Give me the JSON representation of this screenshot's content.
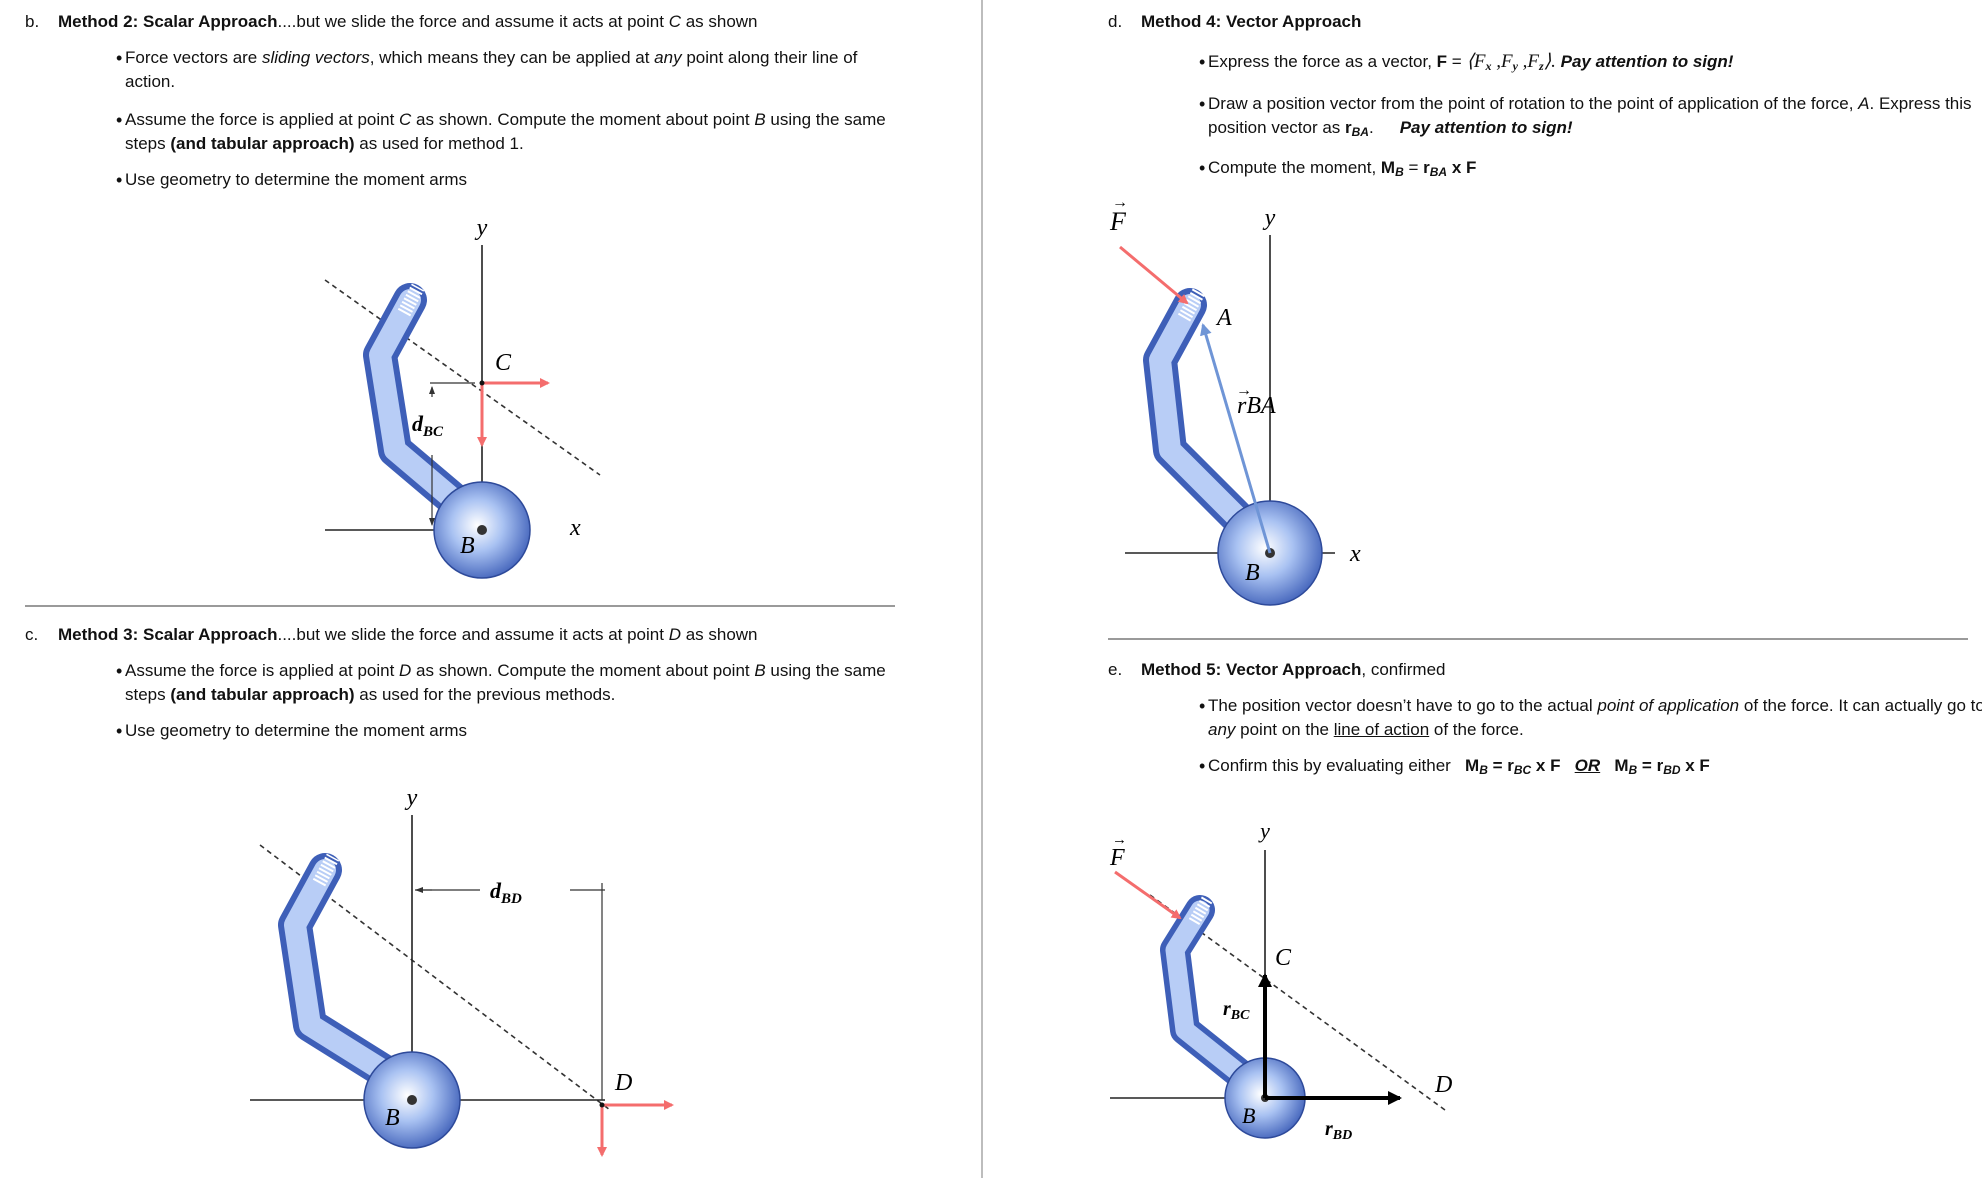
{
  "colors": {
    "force_arrow": "#f46d6d",
    "position_vector": "#6f95d6",
    "wrench_fill": "#8fb0ee",
    "wrench_dark": "#5575c4",
    "divider": "#9a9a9a"
  },
  "sections": {
    "b": {
      "letter": "b.",
      "title": "Method 2: Scalar Approach",
      "title_rest": "....but we slide the force and assume it acts at point ",
      "point": "C",
      "title_end": " as shown",
      "bullets": {
        "b1_a": "Force vectors are ",
        "b1_b": "sliding vectors",
        "b1_c": ", which means they can be applied at ",
        "b1_d": "any",
        "b1_e": " point along their line of action.",
        "b2_a": "Assume the force is applied at point ",
        "b2_b": "C",
        "b2_c": " as shown.  Compute the moment about point ",
        "b2_d": "B",
        "b2_e": " using the same steps ",
        "b2_f": "(and tabular approach)",
        "b2_g": " as used for method 1.",
        "b3": "Use geometry to determine the moment arms"
      },
      "diagram": {
        "y_axis": "y",
        "x_axis": "x",
        "point_c": "C",
        "point_b": "B",
        "dist_main": "d",
        "dist_sub": "BC"
      }
    },
    "c": {
      "letter": "c.",
      "title": "Method 3: Scalar Approach",
      "title_rest": "....but we slide the force and assume it acts at point ",
      "point": "D",
      "title_end": " as shown",
      "bullets": {
        "b1_a": "Assume the force is applied at point ",
        "b1_b": "D",
        "b1_c": " as shown.  Compute the moment about point ",
        "b1_d": "B",
        "b1_e": " using the same steps ",
        "b1_f": "(and tabular approach)",
        "b1_g": " as used for the previous methods.",
        "b2": "Use geometry to determine the moment arms"
      },
      "diagram": {
        "y_axis": "y",
        "point_d": "D",
        "point_b": "B",
        "dist_main": "d",
        "dist_sub": "BD"
      }
    },
    "d": {
      "letter": "d.",
      "title": "Method 4: Vector Approach",
      "bullets": {
        "b1_a": "Express the force as a vector, ",
        "b1_f": "F",
        "b1_eq": " = ",
        "b1_vec": "⟨F",
        "b1_x": "x",
        "b1_sep1": " ,F",
        "b1_y": "y",
        "b1_sep2": " ,F",
        "b1_z": "z",
        "b1_close": "⟩. ",
        "b1_note": "Pay attention to sign!",
        "b2_a": "Draw a position vector from the point of rotation to the point of application of the force, ",
        "b2_b": "A",
        "b2_c": ".  Express this position vector as ",
        "b2_r": "r",
        "b2_rsub": "BA",
        "b2_dot": ".",
        "b2_note": "Pay attention to sign!",
        "b3_a": "Compute the moment, ",
        "b3_m": "M",
        "b3_msub": "B",
        "b3_eq": " = ",
        "b3_r": "r",
        "b3_rsub": "BA",
        "b3_x": " x ",
        "b3_f": "F"
      },
      "diagram": {
        "force": "F",
        "y_axis": "y",
        "x_axis": "x",
        "point_a": "A",
        "point_b": "B",
        "vec_main": "r",
        "vec_sub": "BA"
      }
    },
    "e": {
      "letter": "e.",
      "title": "Method 5: Vector Approach",
      "title_rest": ", confirmed",
      "bullets": {
        "b1_a": "The position vector doesn’t have to go to the actual ",
        "b1_b": "point of application",
        "b1_c": " of the force.  It can actually go to ",
        "b1_d": "any",
        "b1_e": " point on the ",
        "b1_f": "line of action",
        "b1_g": " of the force.",
        "b2_a": "Confirm this by evaluating either   ",
        "b2_m1": "M",
        "b2_m1sub": "B",
        "b2_eq1": " = ",
        "b2_r1": "r",
        "b2_r1sub": "BC",
        "b2_x1": " x F   ",
        "b2_or": "OR",
        "b2_sp": "   ",
        "b2_m2": "M",
        "b2_m2sub": "B",
        "b2_eq2": " = ",
        "b2_r2": "r",
        "b2_r2sub": "BD",
        "b2_x2": " x F"
      },
      "diagram": {
        "force": "F",
        "y_axis": "y",
        "point_c": "C",
        "point_d": "D",
        "point_b": "B",
        "vec1_main": "r",
        "vec1_sub": "BC",
        "vec2_main": "r",
        "vec2_sub": "BD"
      }
    }
  }
}
